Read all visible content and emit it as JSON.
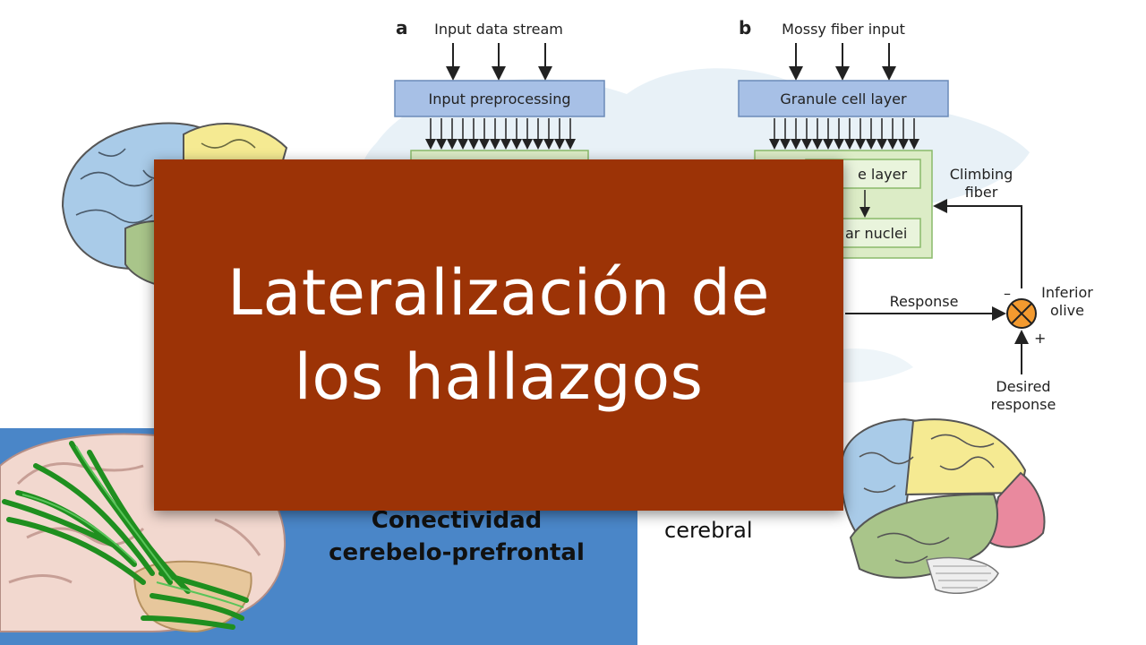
{
  "panel_a": {
    "label": "a",
    "input_label": "Input data stream",
    "preprocessing_label": "Input preprocessing"
  },
  "panel_b": {
    "label": "b",
    "input_label": "Mossy fiber input",
    "granule_label": "Granule cell layer",
    "purkinje_label_visible": "e layer",
    "nuclei_label_visible": "ar nuclei",
    "climbing_fiber_label_line1": "Climbing",
    "climbing_fiber_label_line2": "fiber",
    "response_label": "Response",
    "inferior_olive_label_line1": "Inferior",
    "inferior_olive_label_line2": "olive",
    "minus_sign": "–",
    "plus_sign": "+",
    "desired_response_line1": "Desired",
    "desired_response_line2": "response"
  },
  "captions": {
    "conectividad": "Conectividad cerebelo-prefrontal",
    "cerebral": "cerebral"
  },
  "title_card": {
    "title": "Lateralización de los hallazgos"
  },
  "colors": {
    "title_card_bg": "#9c3306",
    "blue_panel": "#4a86c8",
    "box_blue": "#a7c0e6",
    "box_green": "#dcecc6",
    "olive_orange": "#f39a2f",
    "lobe_frontal": "#a9cbe8",
    "lobe_parietal": "#f5ea92",
    "lobe_temporal": "#a9c58a",
    "lobe_occipital": "#e9899e",
    "fiber_green": "#1f8f1f"
  }
}
